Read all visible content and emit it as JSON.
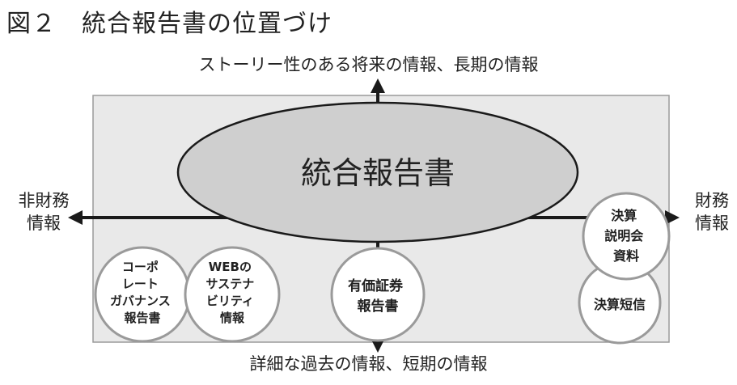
{
  "title": "図２　統合報告書の位置づけ",
  "axes": {
    "top": "ストーリー性のある将来の情報、長期の情報",
    "bottom": "詳細な過去の情報、短期の情報",
    "left": [
      "非財務",
      "情報"
    ],
    "right": [
      "財務",
      "情報"
    ]
  },
  "center": "統合報告書",
  "nodes": {
    "corporate_governance": [
      "コーポ",
      "レート",
      "ガバナンス",
      "報告書"
    ],
    "web_sustainability": [
      "WEBの",
      "サステナ",
      "ビリティ",
      "情報"
    ],
    "securities_report": [
      "有価証券",
      "報告書"
    ],
    "earnings_presentation": [
      "決算",
      "説明会",
      "資料"
    ],
    "earnings_summary": [
      "決算短信"
    ]
  },
  "colors": {
    "panel": "#e9e9e9",
    "ellipse": "#cfcfcf",
    "circle_border": "#9a9a9a",
    "line": "#1a1a1a"
  }
}
